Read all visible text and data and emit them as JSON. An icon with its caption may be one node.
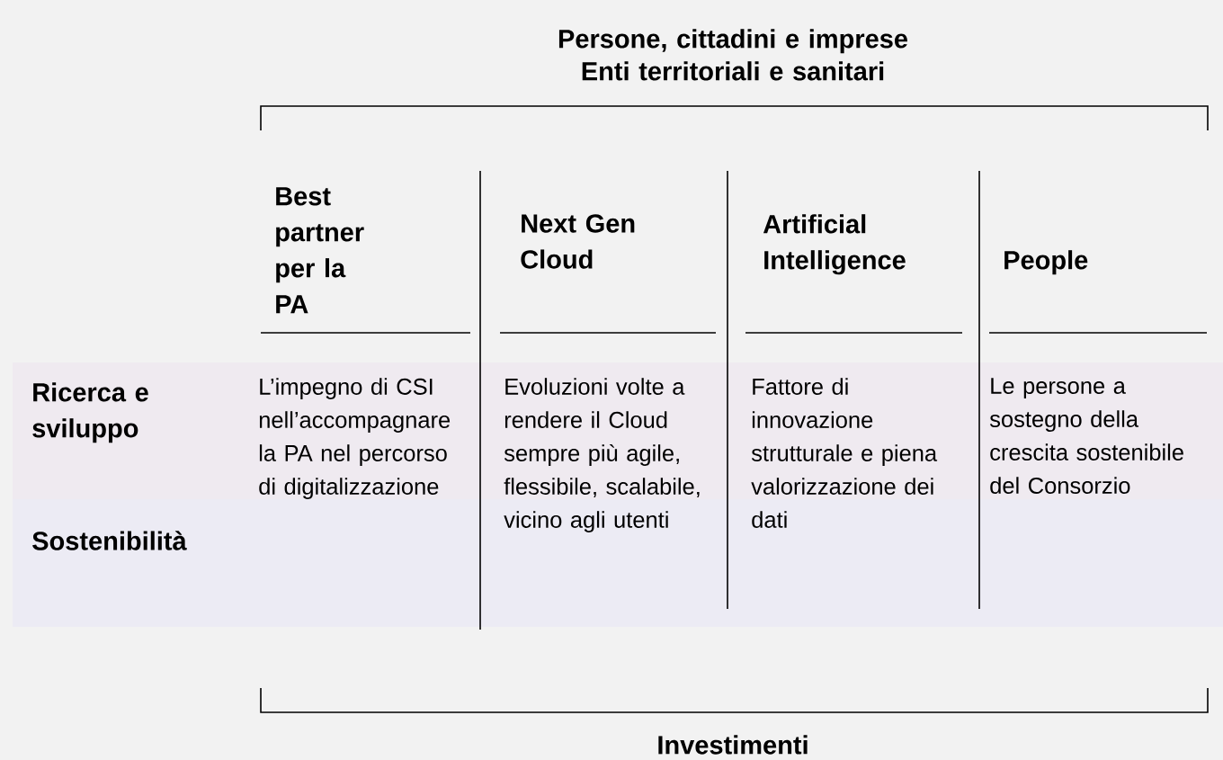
{
  "diagram": {
    "title": "Persone, cittadini e imprese Enti territoriali e sanitari",
    "nodes": [
      {
        "text": [
          "Ricerca e sviluppo"
        ]
      },
      {
        "text": [
          "Sostenibilità"
        ]
      }
    ],
    "labels": [
      "Best partner per la PA",
      "Next Gen Cloud",
      "Artificial Intelligence",
      "People",
      "L’impegno di CSI nell’accompagnare la PA nel percorso di digitalizzazione",
      "Evoluzioni volte a rendere il Cloud sempre più agile, flessibile, scalabile, vicino agli utenti",
      "Fattore di innovazione strutturale e piena valorizzazione dei dati",
      "Le persone a sostegno della crescita sostenibile del Consorzio",
      "Investimenti"
    ]
  }
}
